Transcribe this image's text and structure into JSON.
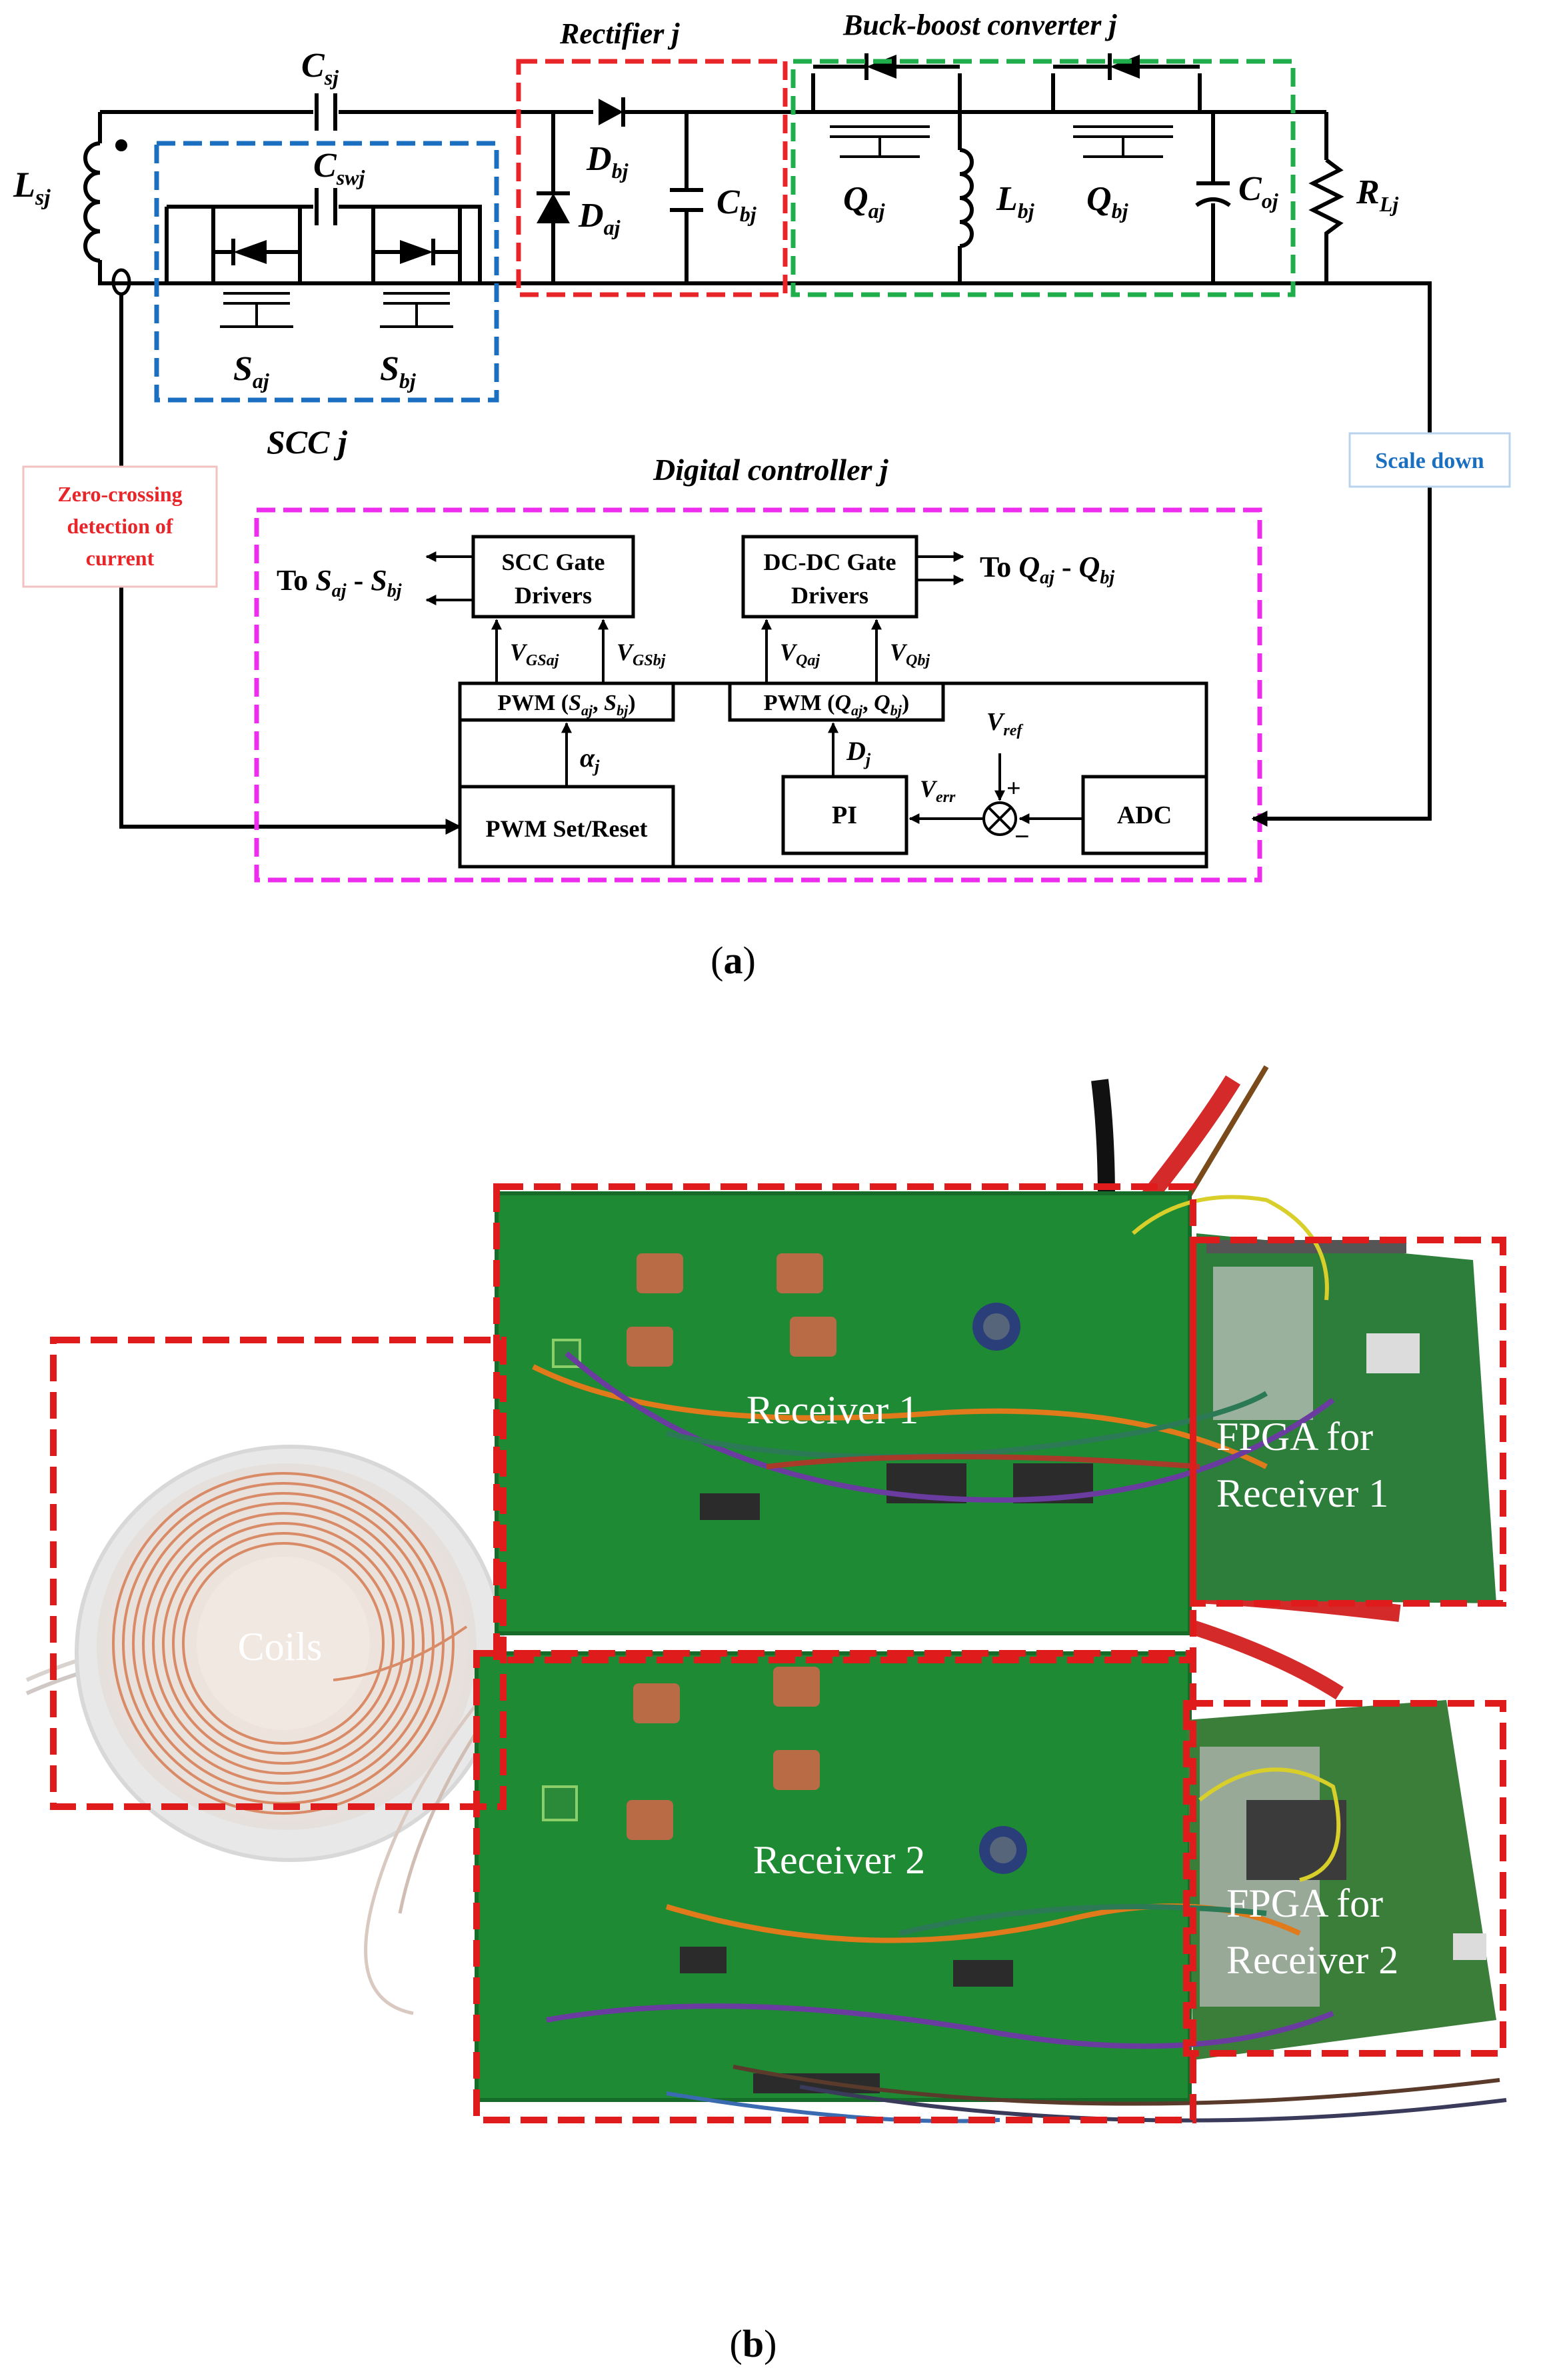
{
  "schematic": {
    "labels": {
      "rectifier": "Rectifier j",
      "buck_boost": "Buck-boost converter j",
      "scc": "SCC j",
      "digital_controller": "Digital controller j",
      "csj": {
        "base": "C",
        "sub": "sj"
      },
      "cswj": {
        "base": "C",
        "sub": "swj"
      },
      "lsj": {
        "base": "L",
        "sub": "sj"
      },
      "dbj": {
        "base": "D",
        "sub": "bj"
      },
      "daj": {
        "base": "D",
        "sub": "aj"
      },
      "cbj": {
        "base": "C",
        "sub": "bj"
      },
      "qaj": {
        "base": "Q",
        "sub": "aj"
      },
      "lbj": {
        "base": "L",
        "sub": "bj"
      },
      "qbj": {
        "base": "Q",
        "sub": "bj"
      },
      "coj": {
        "base": "C",
        "sub": "oj"
      },
      "rlj": {
        "base": "R",
        "sub": "Lj"
      },
      "saj": {
        "base": "S",
        "sub": "aj"
      },
      "sbj": {
        "base": "S",
        "sub": "bj"
      }
    },
    "zero_crossing": [
      "Zero-crossing",
      "detection of",
      "current"
    ],
    "scale_down": "Scale down",
    "controller": {
      "scc_gate_drivers": [
        "SCC Gate",
        "Drivers"
      ],
      "dcdc_gate_drivers": [
        "DC-DC Gate",
        "Drivers"
      ],
      "to_s": {
        "prefix": "To ",
        "a": "S",
        "a_sub": "aj",
        "sep": " - ",
        "b": "S",
        "b_sub": "bj"
      },
      "to_q": {
        "prefix": "To ",
        "a": "Q",
        "a_sub": "aj",
        "sep": " - ",
        "b": "Q",
        "b_sub": "bj"
      },
      "vgsaj": {
        "base": "V",
        "sub": "GSaj"
      },
      "vgsbj": {
        "base": "V",
        "sub": "GSbj"
      },
      "vqaj": {
        "base": "V",
        "sub": "Qaj"
      },
      "vqbj": {
        "base": "V",
        "sub": "Qbj"
      },
      "pwm_s": {
        "prefix": "PWM (",
        "a": "S",
        "a_sub": "aj",
        "mid": ", ",
        "b": "S",
        "b_sub": "bj",
        "suffix": ")"
      },
      "pwm_q": {
        "prefix": "PWM (",
        "a": "Q",
        "a_sub": "aj",
        "mid": ", ",
        "b": "Q",
        "b_sub": "bj",
        "suffix": ")"
      },
      "alpha": {
        "base": "α",
        "sub": "j"
      },
      "dj": {
        "base": "D",
        "sub": "j"
      },
      "vref": {
        "base": "V",
        "sub": "ref"
      },
      "verr": {
        "base": "V",
        "sub": "err"
      },
      "pwm_set_reset": "PWM Set/Reset",
      "pi": "PI",
      "adc": "ADC",
      "plus": "+",
      "minus": "−"
    },
    "caption": {
      "open": "(",
      "letter": "a",
      "close": ")"
    }
  },
  "photo": {
    "labels": {
      "receiver1": "Receiver 1",
      "receiver2": "Receiver 2",
      "fpga1": [
        "FPGA for",
        "Receiver 1"
      ],
      "fpga2": [
        "FPGA for",
        "Receiver 2"
      ],
      "coils": "Coils"
    },
    "caption": {
      "open": "(",
      "letter": "b",
      "close": ")"
    }
  },
  "colors": {
    "rectifier_box": "#e8262a",
    "buck_boost_box": "#1fae4b",
    "scc_box": "#1b6fc0",
    "controller_box": "#ee2cee",
    "zero_crossing_text": "#e8262a",
    "scale_down_text": "#1b6fc0",
    "photo_box": "#e01b1b",
    "pcb": "#1e8a34"
  }
}
